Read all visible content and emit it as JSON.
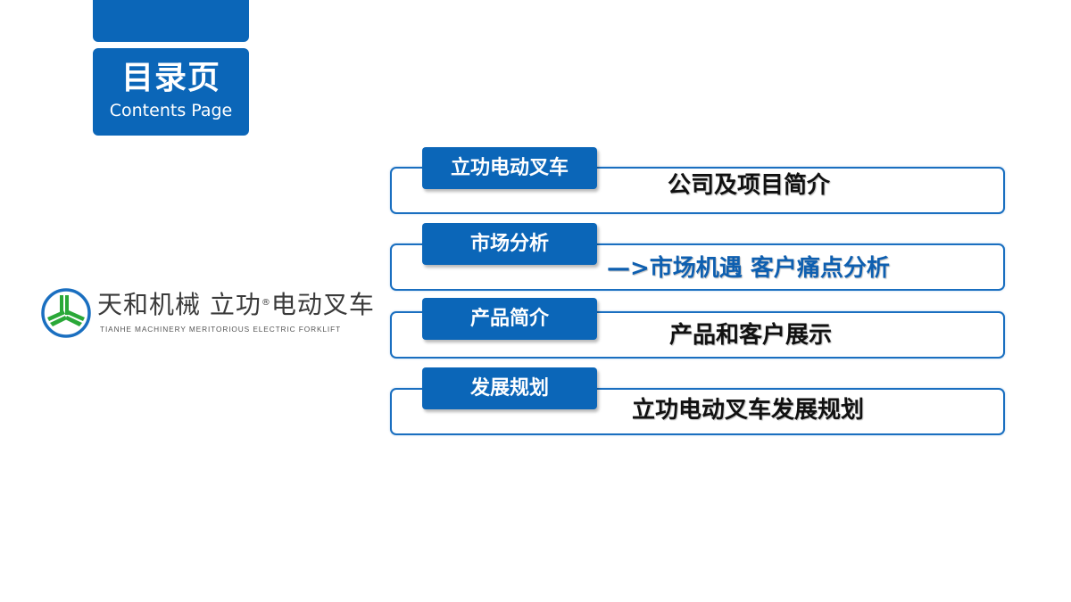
{
  "header": {
    "title": "目录页",
    "subtitle": "Contents Page",
    "color": "#0b66b8"
  },
  "logo": {
    "icon": "tianhe-logo-icon",
    "name_cn_part1": "天和机械 立功",
    "registered_mark": "®",
    "name_cn_part2": "电动叉车",
    "name_en": "TIANHE MACHINERY MERITORIOUS ELECTRIC FORKLIFT",
    "ring_color": "#1a6fc0",
    "mark_color": "#2aa838"
  },
  "toc": {
    "border_color": "#1a6fc0",
    "accent_text_color": "#0e5fb0",
    "items": [
      {
        "tab": "立功电动叉车",
        "description": "公司及项目简介"
      },
      {
        "tab": "市场分析",
        "description": "—>市场机遇 客户痛点分析"
      },
      {
        "tab": "产品简介",
        "description": "产品和客户展示"
      },
      {
        "tab": "发展规划",
        "description": "立功电动叉车发展规划"
      }
    ]
  }
}
